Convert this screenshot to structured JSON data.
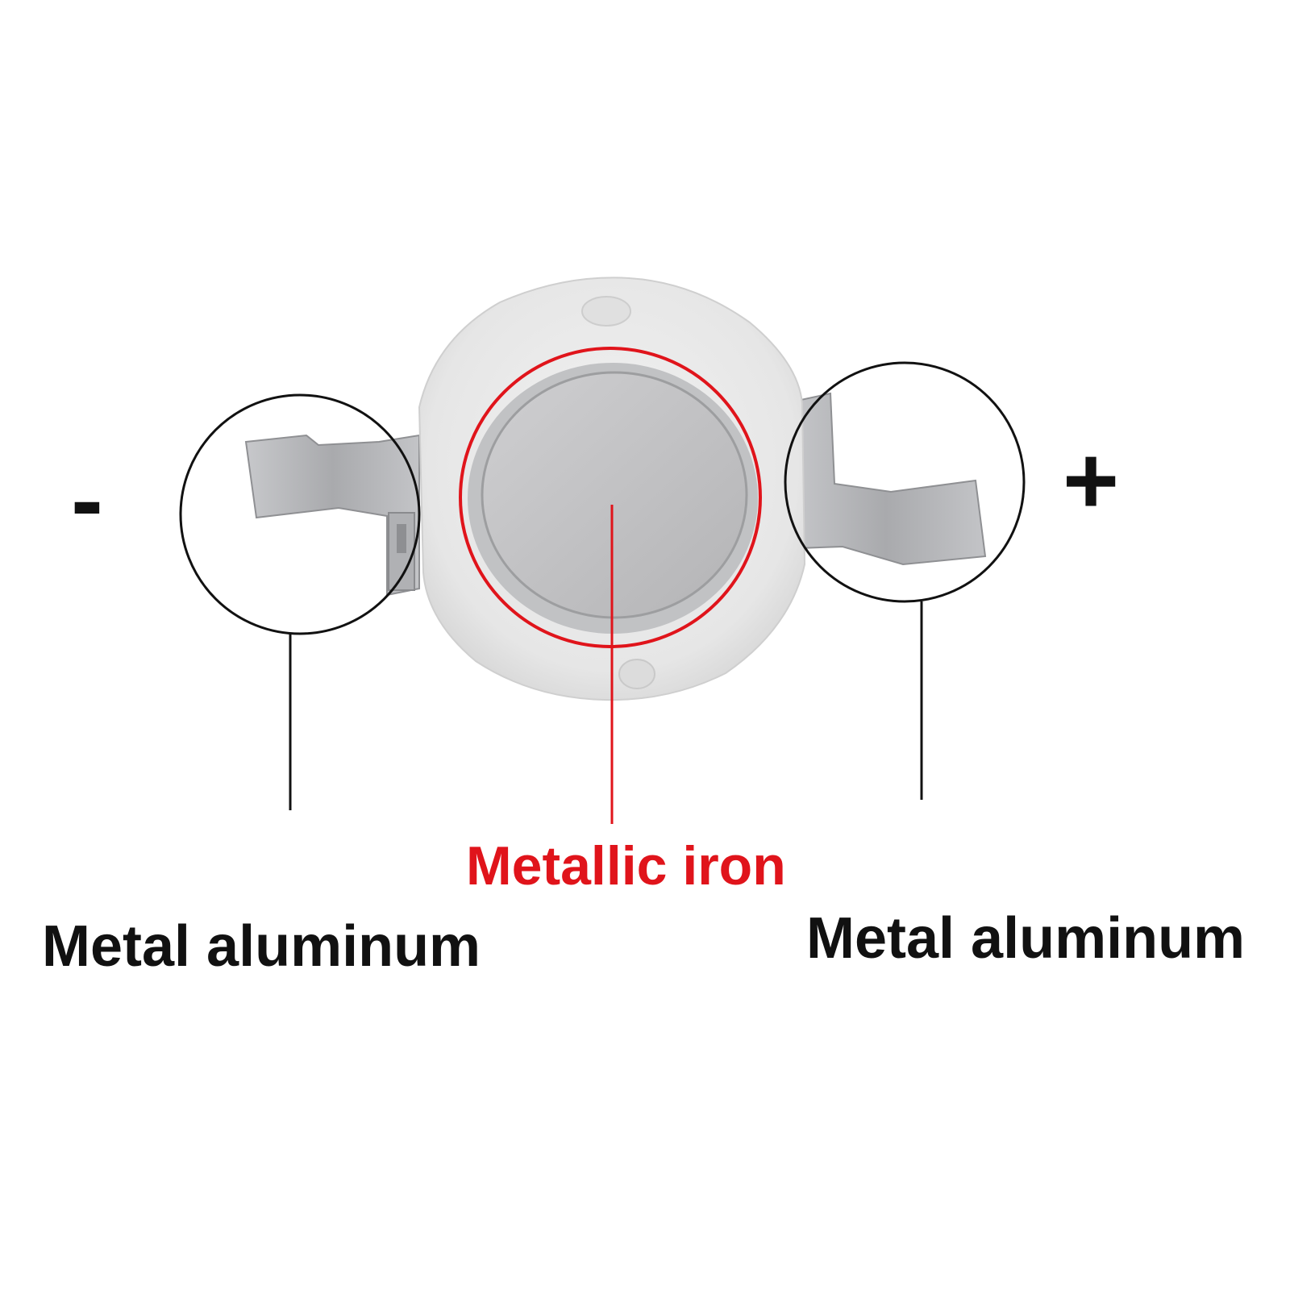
{
  "polarity": {
    "negative": "-",
    "positive": "+"
  },
  "labels": {
    "left_pin": "Metal aluminum",
    "center_pad": "Metallic iron",
    "right_pin": "Metal aluminum"
  },
  "colors": {
    "callout_black": "#111111",
    "callout_red": "#e0141b",
    "body_white": "#e9e9e9",
    "metal_grey": "#b9b9bb"
  }
}
